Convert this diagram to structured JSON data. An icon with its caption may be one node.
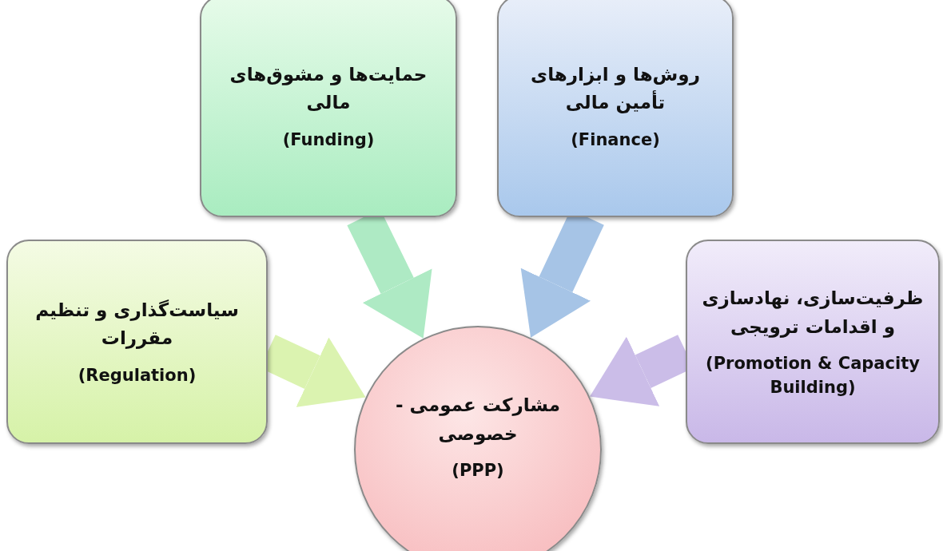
{
  "diagram": {
    "nodes": [
      {
        "text": [
          "حمایت‌ها و مشوق‌های مالی",
          "(Funding)"
        ]
      },
      {
        "text": [
          "روش‌ها و ابزارهای تأمین مالی",
          "(Finance)"
        ]
      },
      {
        "text": [
          "سیاست‌گذاری و تنظیم مقررات",
          "(Regulation)"
        ]
      },
      {
        "text": [
          "ظرفیت‌سازی، نهادسازی و اقدامات ترویجی",
          "(Promotion & Capacity Building)"
        ]
      },
      {
        "text": [
          "مشارکت عمومی - خصوصی",
          "(PPP)"
        ]
      }
    ],
    "edges": [
      {
        "from": 0,
        "to": 4,
        "arrow": "to"
      },
      {
        "from": 1,
        "to": 4,
        "arrow": "to"
      },
      {
        "from": 2,
        "to": 4,
        "arrow": "to"
      },
      {
        "from": 3,
        "to": 4,
        "arrow": "to"
      }
    ]
  }
}
